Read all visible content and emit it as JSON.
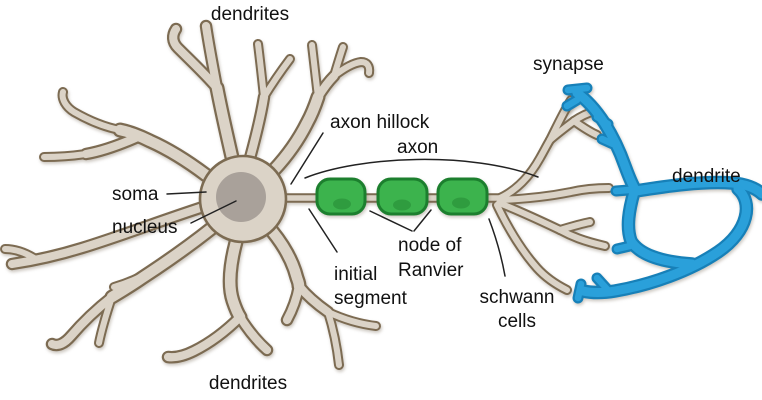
{
  "figure": {
    "type": "neuron-anatomy-diagram",
    "myelin_segments": 3
  },
  "labels": {
    "dendrites_top": "dendrites",
    "soma": "soma",
    "nucleus": "nucleus",
    "axon_hillock": "axon hillock",
    "axon": "axon",
    "initial_segment": [
      "initial",
      "segment"
    ],
    "node_of_ranvier": [
      "node of",
      "Ranvier"
    ],
    "schwann_cells": [
      "schwann",
      "cells"
    ],
    "synapse": "synapse",
    "dendrite_right": "dendrite",
    "dendrites_bottom": "dendrites"
  },
  "colors": {
    "neuron_fill": "#dbd3c7",
    "neuron_outline": "#7c6b52",
    "nucleus_fill": "#a9a19a",
    "schwann_fill": "#3cb34d",
    "schwann_outline": "#1c7f2e",
    "schwann_nucleus": "#2f9c3f",
    "blue_fill": "#2aa0da",
    "blue_outline": "#1780b8",
    "label_color": "#111111",
    "leader_color": "#222222",
    "background": "#ffffff"
  }
}
